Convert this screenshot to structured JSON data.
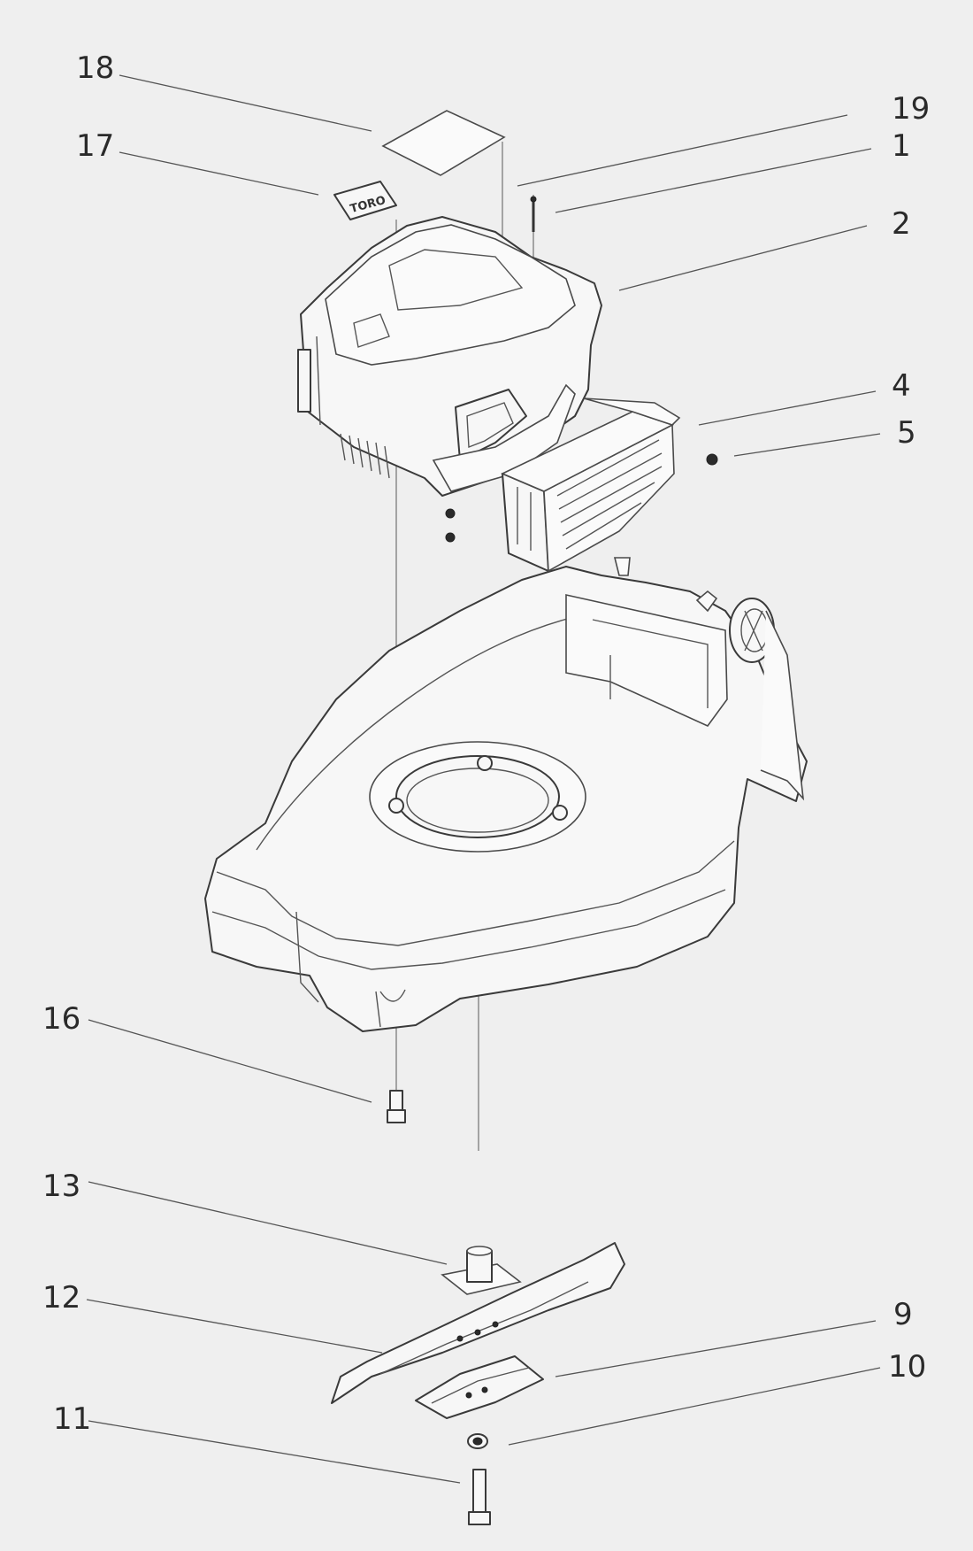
{
  "callouts": {
    "c1": "1",
    "c2": "2",
    "c4": "4",
    "c5": "5",
    "c9": "9",
    "c10": "10",
    "c11": "11",
    "c12": "12",
    "c13": "13",
    "c16": "16",
    "c17": "17",
    "c18": "18",
    "c19": "19"
  },
  "decal": {
    "brand_text": "TORO"
  },
  "colors": {
    "background": "#efefef",
    "line": "#3a3a3a"
  }
}
